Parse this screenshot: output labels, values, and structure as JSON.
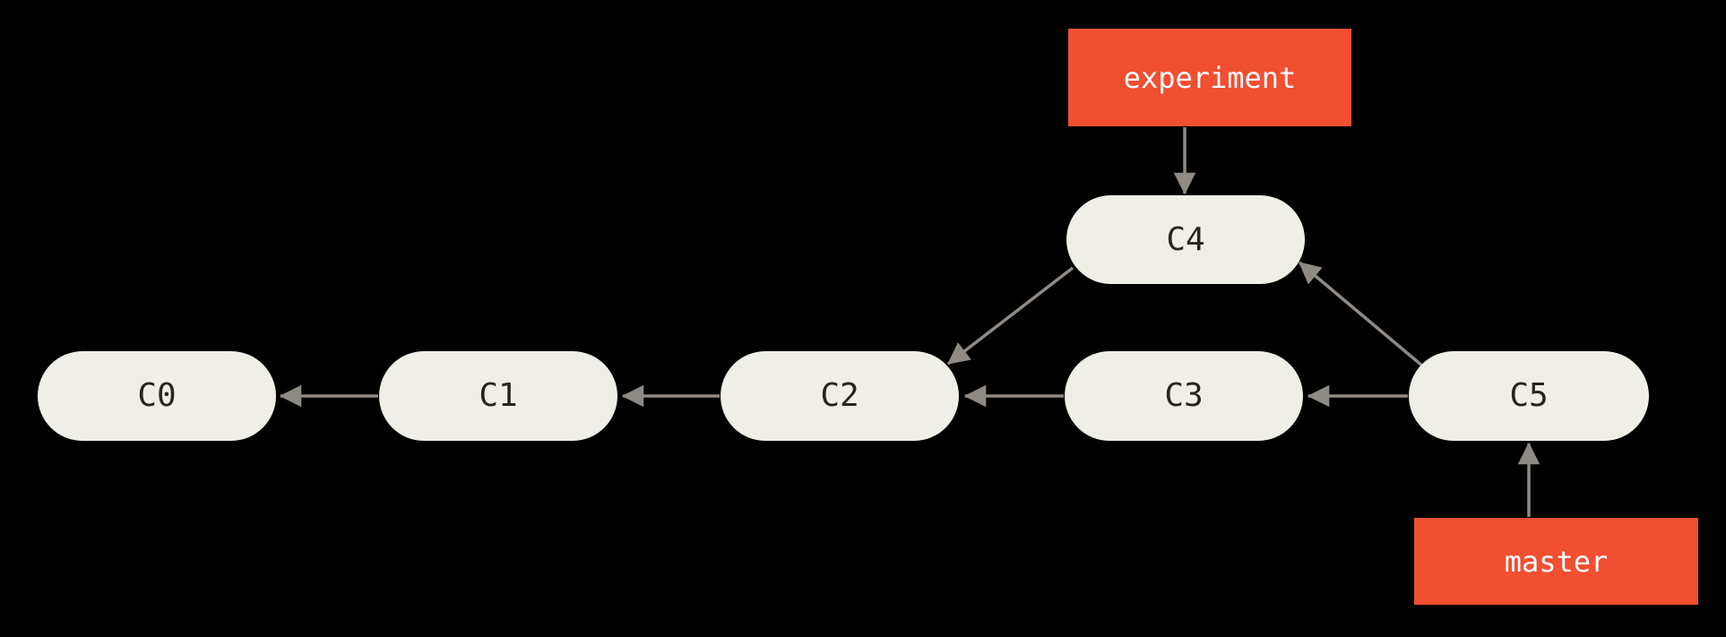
{
  "diagram": {
    "commits": [
      {
        "label": "C0"
      },
      {
        "label": "C1"
      },
      {
        "label": "C2"
      },
      {
        "label": "C3"
      },
      {
        "label": "C4"
      },
      {
        "label": "C5"
      }
    ],
    "branches": [
      {
        "label": "experiment",
        "points_to": "C4"
      },
      {
        "label": "master",
        "points_to": "C5"
      }
    ],
    "edges": [
      {
        "from": "C1",
        "to": "C0"
      },
      {
        "from": "C2",
        "to": "C1"
      },
      {
        "from": "C3",
        "to": "C2"
      },
      {
        "from": "C4",
        "to": "C2"
      },
      {
        "from": "C5",
        "to": "C3"
      },
      {
        "from": "C5",
        "to": "C4"
      },
      {
        "from": "experiment",
        "to": "C4"
      },
      {
        "from": "master",
        "to": "C5"
      }
    ],
    "colors": {
      "background": "#000000",
      "commit_fill": "#F0EFE7",
      "commit_text": "#29241F",
      "branch_fill": "#F14E32",
      "branch_text": "#FFFFFF",
      "arrow": "#8F8A83"
    }
  }
}
